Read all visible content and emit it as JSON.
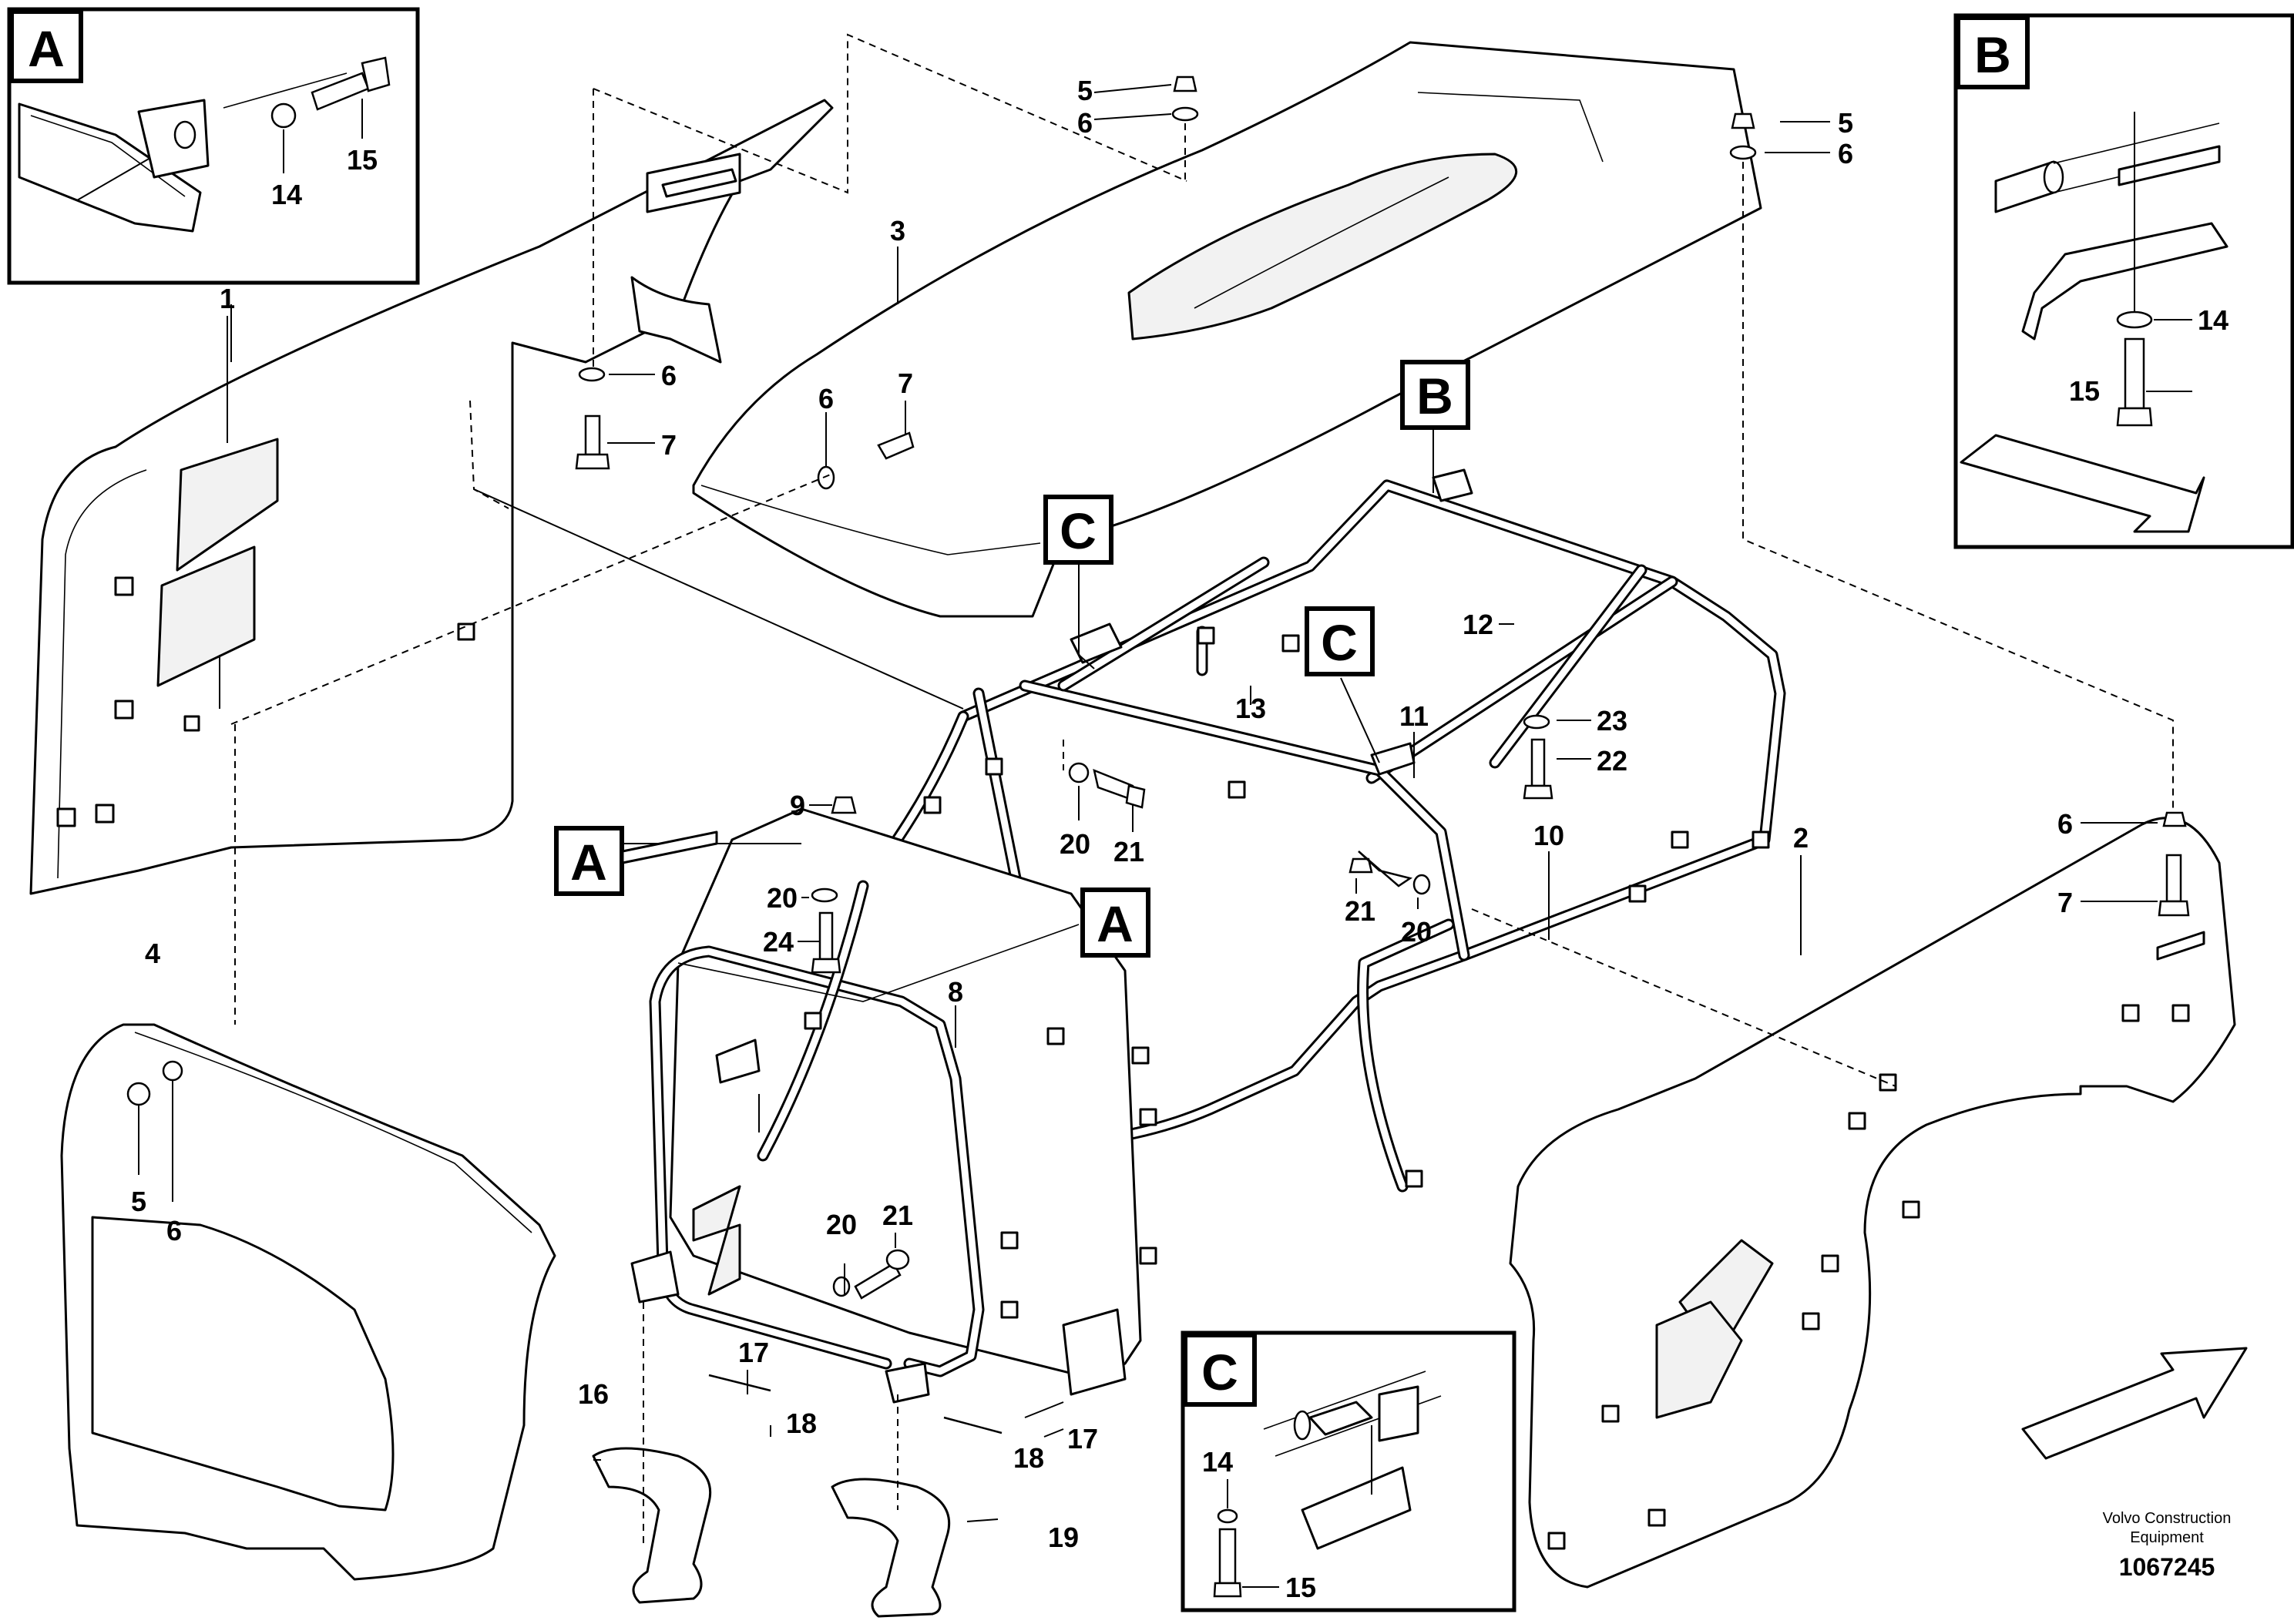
{
  "diagram": {
    "callout_letters": {
      "a": "A",
      "b": "B",
      "c": "C"
    },
    "part_numbers": {
      "p1": "1",
      "p2": "2",
      "p3": "3",
      "p4": "4",
      "p5": "5",
      "p6": "6",
      "p7": "7",
      "p8": "8",
      "p9": "9",
      "p10": "10",
      "p11": "11",
      "p12": "12",
      "p13": "13",
      "p14": "14",
      "p15": "15",
      "p16": "16",
      "p17": "17",
      "p18": "18",
      "p19": "19",
      "p20": "20",
      "p21": "21",
      "p22": "22",
      "p23": "23",
      "p24": "24"
    },
    "footer": {
      "company_line1": "Volvo Construction",
      "company_line2": "Equipment",
      "drawing_number": "1067245"
    }
  }
}
